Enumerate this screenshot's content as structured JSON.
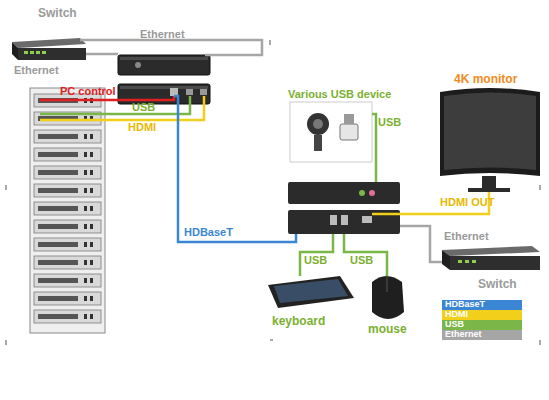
{
  "diagram": {
    "nodes": [
      {
        "text": [
          "Switch"
        ]
      },
      {
        "text": [
          "Various USB device"
        ]
      },
      {
        "text": [
          "4K monitor"
        ]
      },
      {
        "text": [
          "Switch"
        ]
      },
      {
        "text": [
          "keyboard"
        ]
      },
      {
        "text": [
          "mouse"
        ]
      }
    ],
    "labels": [
      "Ethernet",
      "Ethernet",
      "PC control",
      "USB",
      "HDMI",
      "USB",
      "HDMI OUT",
      "HDBaseT",
      "Ethernet",
      "USB",
      "USB"
    ],
    "legend": [
      {
        "text": "HDBaseT",
        "color": "#3a86d4"
      },
      {
        "text": "HDMI",
        "color": "#f2cf1a"
      },
      {
        "text": "USB",
        "color": "#7ab648"
      },
      {
        "text": "Ethernet",
        "color": "#a6a6a6"
      }
    ]
  }
}
